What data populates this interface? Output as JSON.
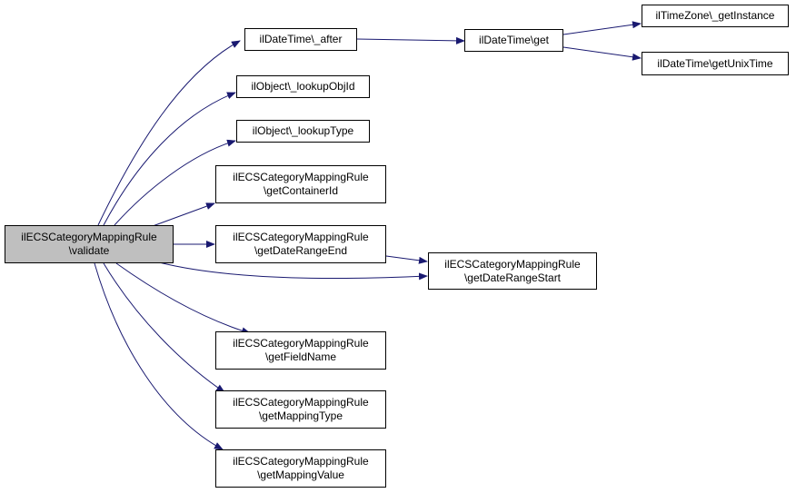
{
  "edge_color": "#191970",
  "root_fill": "#bfbfbf",
  "nodes": {
    "validate": {
      "lines": [
        "ilECSCategoryMappingRule",
        "\\validate"
      ]
    },
    "after": {
      "lines": [
        "ilDateTime\\_after"
      ]
    },
    "dt_get": {
      "lines": [
        "ilDateTime\\get"
      ]
    },
    "tz_instance": {
      "lines": [
        "ilTimeZone\\_getInstance"
      ]
    },
    "unix_time": {
      "lines": [
        "ilDateTime\\getUnixTime"
      ]
    },
    "lookup_objid": {
      "lines": [
        "ilObject\\_lookupObjId"
      ]
    },
    "lookup_type": {
      "lines": [
        "ilObject\\_lookupType"
      ]
    },
    "container_id": {
      "lines": [
        "ilECSCategoryMappingRule",
        "\\getContainerId"
      ]
    },
    "range_end": {
      "lines": [
        "ilECSCategoryMappingRule",
        "\\getDateRangeEnd"
      ]
    },
    "range_start": {
      "lines": [
        "ilECSCategoryMappingRule",
        "\\getDateRangeStart"
      ]
    },
    "field_name": {
      "lines": [
        "ilECSCategoryMappingRule",
        "\\getFieldName"
      ]
    },
    "mapping_type": {
      "lines": [
        "ilECSCategoryMappingRule",
        "\\getMappingType"
      ]
    },
    "mapping_value": {
      "lines": [
        "ilECSCategoryMappingRule",
        "\\getMappingValue"
      ]
    }
  }
}
